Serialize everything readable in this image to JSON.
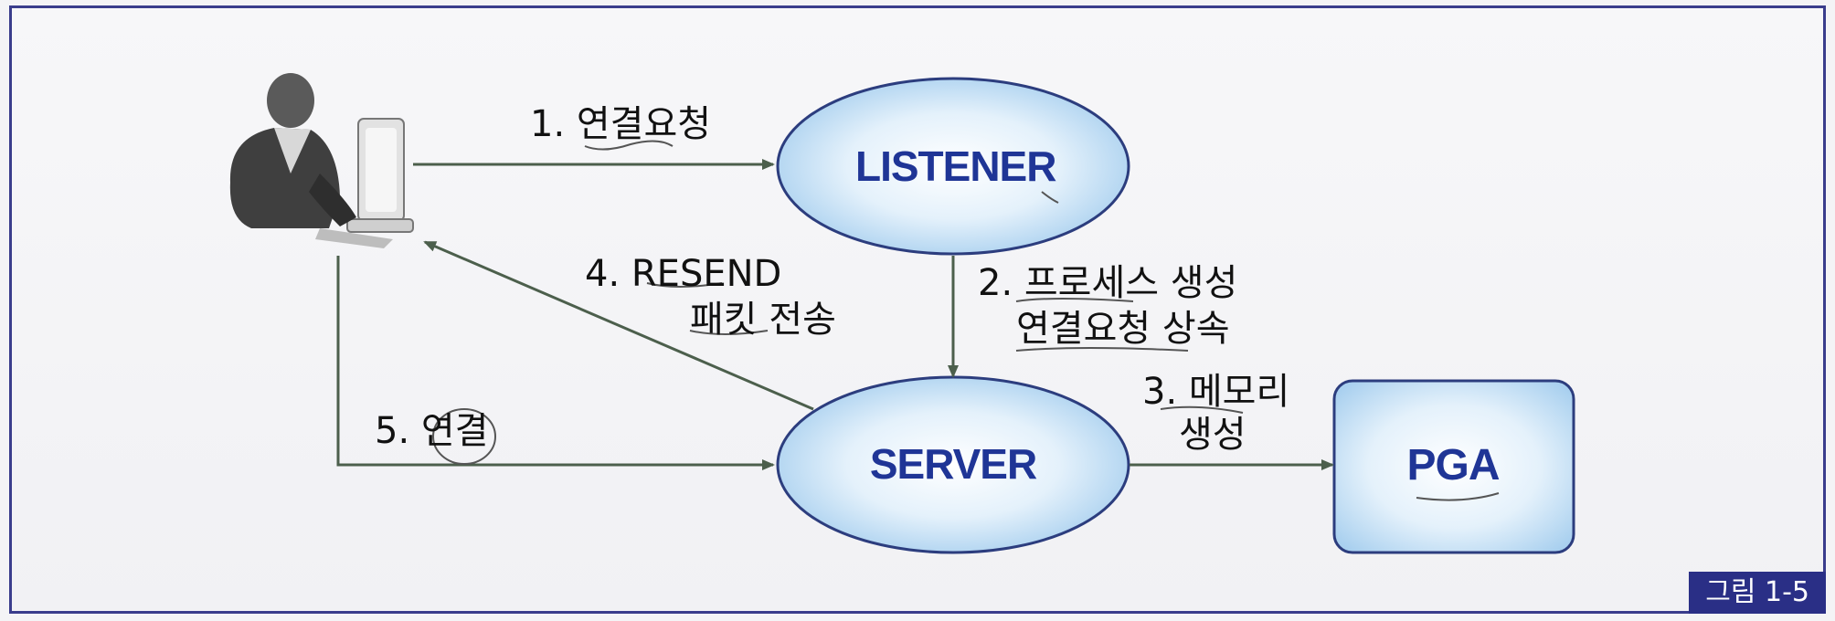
{
  "nodes": {
    "listener": "LISTENER",
    "server": "SERVER",
    "pga": "PGA"
  },
  "steps": {
    "step1": "1. 연결요청",
    "step2_line1": "2. 프로세스 생성",
    "step2_line2": "연결요청 상속",
    "step3_line1": "3. 메모리",
    "step3_line2": "생성",
    "step4_line1": "4. RESEND",
    "step4_line2": "패킷 전송",
    "step5": "5. 연결"
  },
  "figure_label": "그림 1-5",
  "colors": {
    "ellipse_fill": "#bcdcf4",
    "node_text": "#1f3596",
    "arrow": "#4c5f4c",
    "border": "#3a3d8c"
  }
}
